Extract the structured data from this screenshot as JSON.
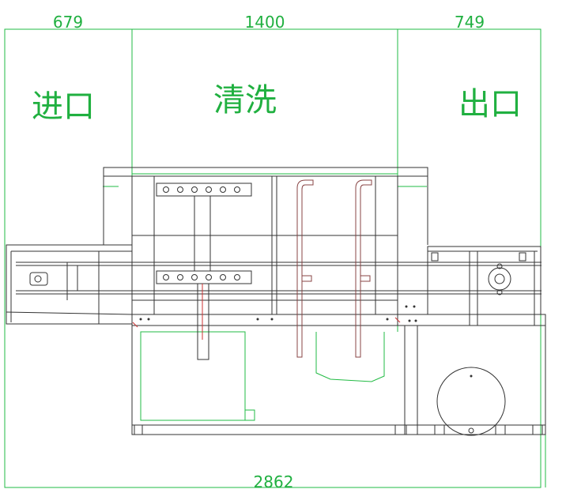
{
  "dimensions": {
    "inlet_width": "679",
    "wash_width": "1400",
    "outlet_width": "749",
    "total_width": "2862"
  },
  "zones": {
    "inlet_label": "进口",
    "wash_label": "清洗",
    "outlet_label": "出口"
  },
  "colors": {
    "dimension_line": "#22bb44",
    "machine_line": "#333333",
    "pipe_line": "#cc3333"
  }
}
